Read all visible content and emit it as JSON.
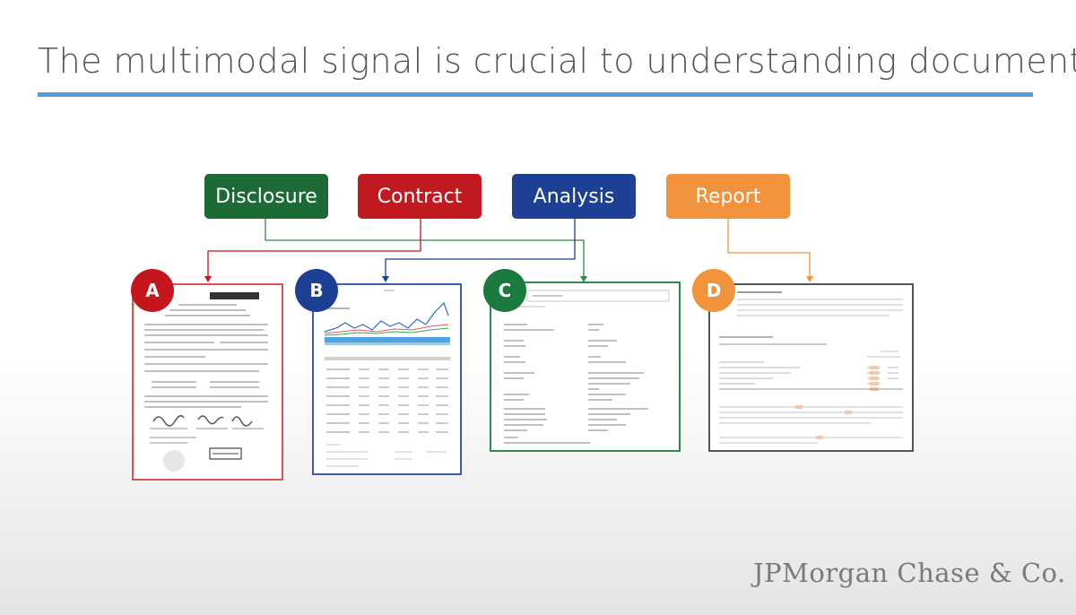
{
  "slide": {
    "title": "The multimodal signal is crucial to understanding documents"
  },
  "categories": [
    {
      "label": "Disclosure",
      "color": "#1c6b37"
    },
    {
      "label": "Contract",
      "color": "#c01a20"
    },
    {
      "label": "Analysis",
      "color": "#1d3f94"
    },
    {
      "label": "Report",
      "color": "#f2923c"
    }
  ],
  "documents": [
    {
      "badge": "A",
      "color": "#c4161c",
      "kind": "scanned-form-icon"
    },
    {
      "badge": "B",
      "color": "#1d3f94",
      "kind": "chart-and-table-icon"
    },
    {
      "badge": "C",
      "color": "#1b7a3d",
      "kind": "key-value-form-icon"
    },
    {
      "badge": "D",
      "color": "#f2923c",
      "kind": "financial-statement-icon"
    }
  ],
  "brand": {
    "text": "JPMorgan Chase & Co."
  }
}
